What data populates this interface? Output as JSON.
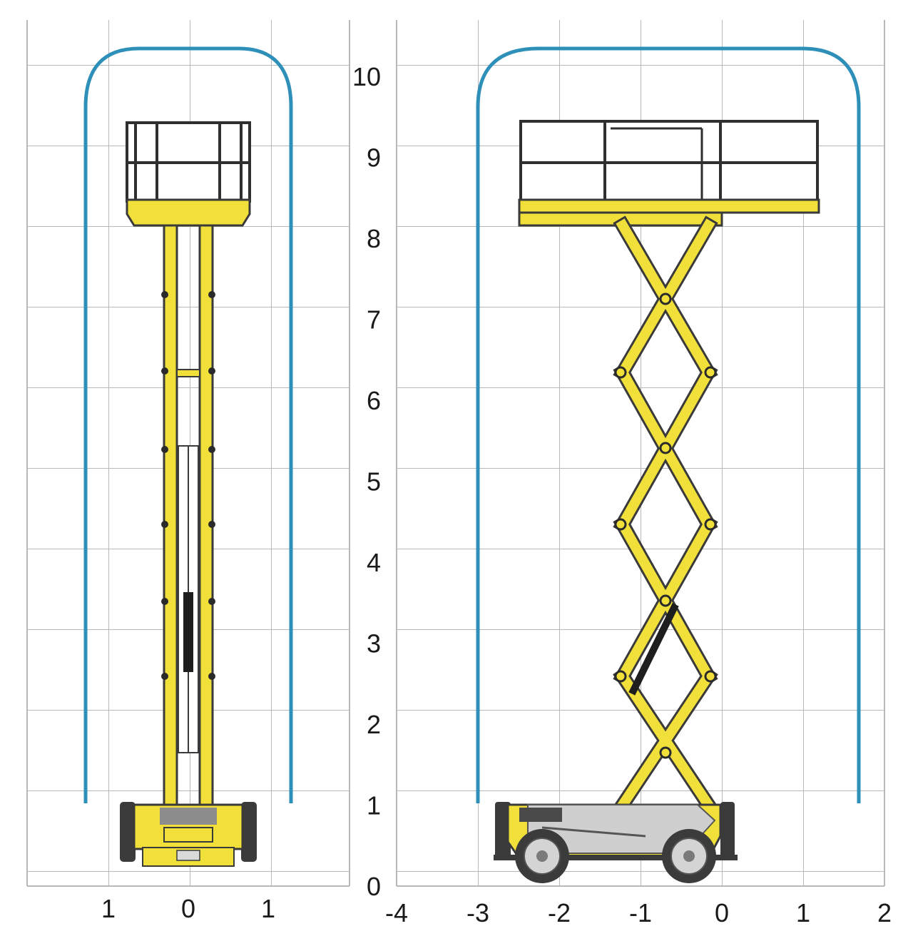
{
  "diagram": {
    "kind": "scissor-lift working-envelope diagram",
    "left_panel": {
      "x_tick_labels": [
        "1",
        "0",
        "1"
      ],
      "x_tick_values": [
        -1,
        0,
        1
      ]
    },
    "right_panel": {
      "x_tick_labels": [
        "-4",
        "-3",
        "-2",
        "-1",
        "0",
        "1",
        "2"
      ],
      "x_tick_values": [
        -4,
        -3,
        -2,
        -1,
        0,
        1,
        2
      ]
    },
    "y_tick_labels": [
      "10",
      "9",
      "8",
      "7",
      "6",
      "5",
      "4",
      "3",
      "2",
      "1",
      "0"
    ],
    "y_tick_values": [
      10,
      9,
      8,
      7,
      6,
      5,
      4,
      3,
      2,
      1,
      0
    ]
  },
  "colors": {
    "grid": "#b4b4b4",
    "envelope": "#2e8fb8",
    "machine_yellow": "#f2e03a",
    "machine_outline": "#3a3a3a",
    "chassis_grey": "#cfcfcf",
    "tyre": "#3b3b3b"
  }
}
